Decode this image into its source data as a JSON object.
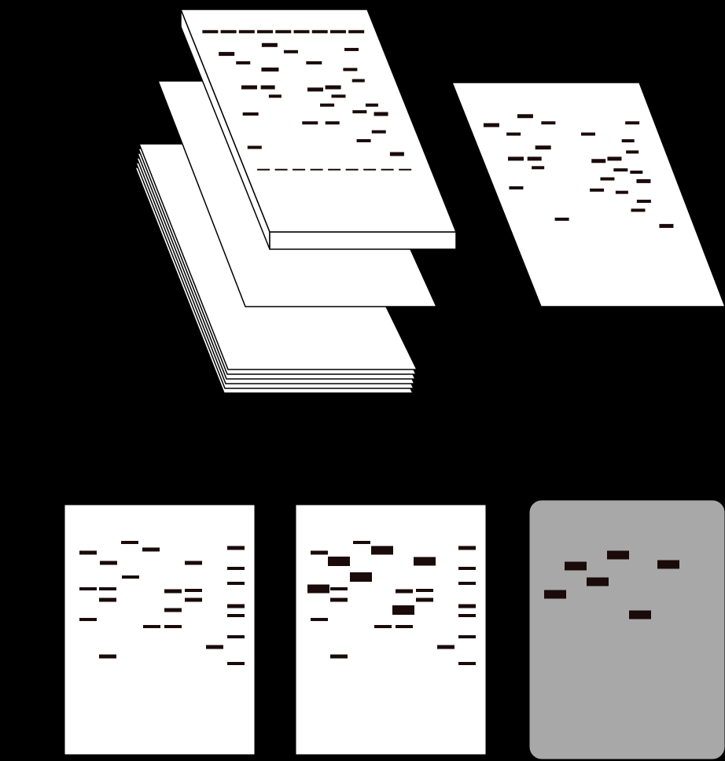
{
  "colors": {
    "background": "#000000",
    "sheet": "#ffffff",
    "band": "#1a0a0a",
    "outline": "#000000",
    "overlay_panel": "#a8a8a8"
  },
  "figure": {
    "description_none": "",
    "stack": {
      "layers_behind": 6,
      "front_gel_has_thickness": true
    },
    "panels": [
      {
        "id": "lane-pattern-1",
        "kind": "gel",
        "band_style": "thin"
      },
      {
        "id": "lane-pattern-2",
        "kind": "gel",
        "band_style": "mixed"
      },
      {
        "id": "difference-panel",
        "kind": "overlay",
        "band_style": "thick"
      }
    ]
  }
}
